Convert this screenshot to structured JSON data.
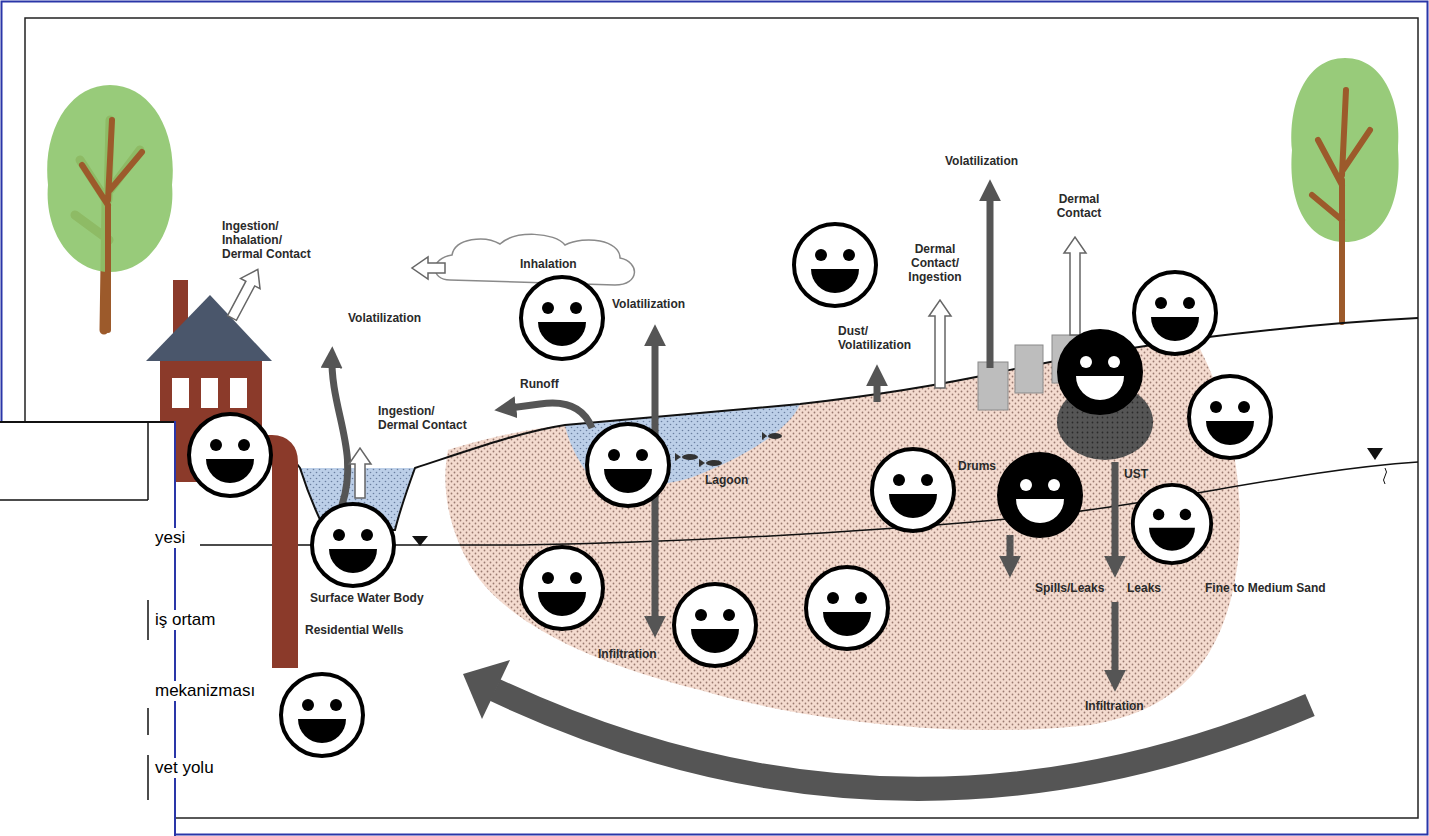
{
  "diagram": {
    "labels": [
      "Ingestion/ Inhalation/ Dermal Contact",
      "Inhalation",
      "Volatilization",
      "Dermal Contact",
      "Dermal Contact/ Ingestion",
      "Dust/ Volatilization",
      "Volatilization",
      "Volatilization",
      "Runoff",
      "Ingestion/ Dermal Contact",
      "Lagoon",
      "Drums",
      "UST",
      "Spills/Leaks",
      "Leaks",
      "Fine to Medium Sand",
      "Surface Water Body",
      "Residential Wells",
      "Infiltration",
      "Infiltration",
      "yesi",
      "iş ortam",
      "mekanizması",
      "vet yolu"
    ]
  }
}
